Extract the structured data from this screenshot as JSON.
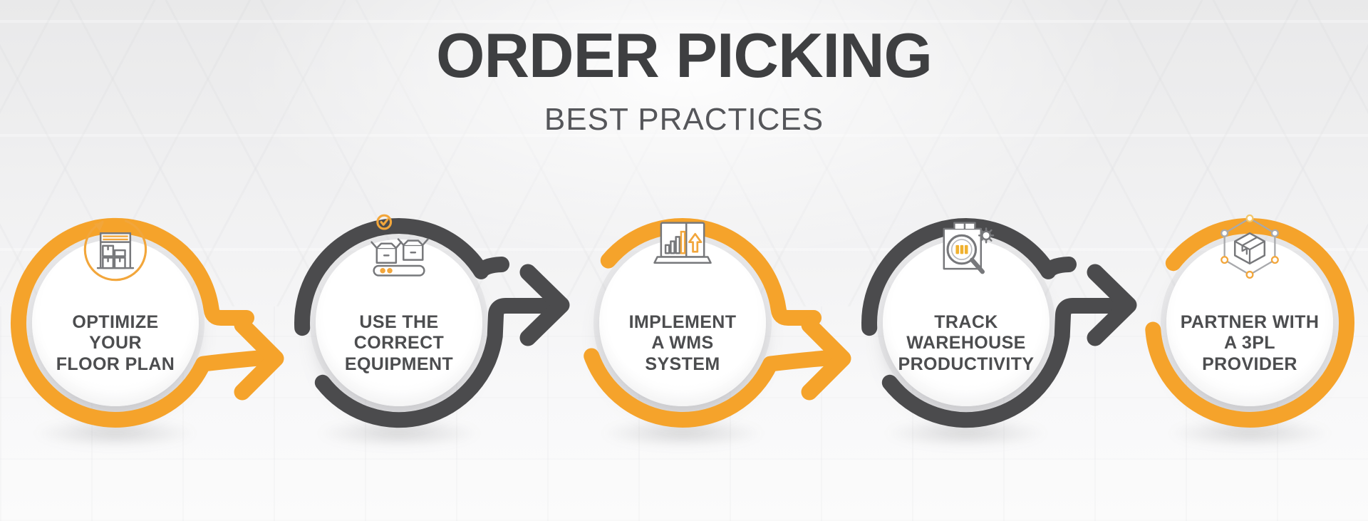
{
  "header": {
    "title": "ORDER PICKING",
    "subtitle": "BEST PRACTICES"
  },
  "steps": [
    {
      "index": 1,
      "ring_color": "orange",
      "icon": "floor-plan-refresh-icon",
      "lines": [
        "OPTIMIZE",
        "YOUR",
        "FLOOR PLAN"
      ]
    },
    {
      "index": 2,
      "ring_color": "dark",
      "icon": "equipment-boxes-icon",
      "lines": [
        "USE THE",
        "CORRECT",
        "EQUIPMENT"
      ]
    },
    {
      "index": 3,
      "ring_color": "orange",
      "icon": "wms-laptop-chart-icon",
      "lines": [
        "IMPLEMENT",
        "A WMS",
        "SYSTEM"
      ]
    },
    {
      "index": 4,
      "ring_color": "dark",
      "icon": "warehouse-productivity-magnifier-icon",
      "lines": [
        "TRACK",
        "WAREHOUSE",
        "PRODUCTIVITY"
      ]
    },
    {
      "index": 5,
      "ring_color": "orange",
      "icon": "3pl-network-box-icon",
      "lines": [
        "PARTNER WITH",
        "A 3PL",
        "PROVIDER"
      ]
    }
  ],
  "colors": {
    "accent_orange": "#F5A32B",
    "accent_dark": "#4B4B4D",
    "title_text": "#3E3F41",
    "label_text": "#4C4D4F",
    "background": "#F1F1F2"
  }
}
